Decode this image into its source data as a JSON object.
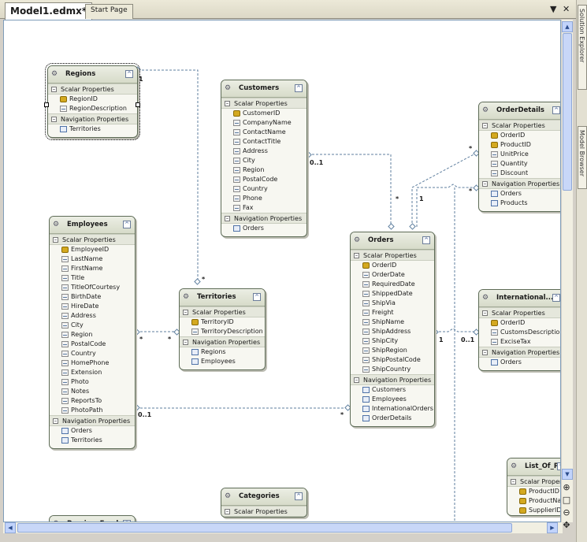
{
  "tabs": [
    {
      "label": "Model1.edmx*",
      "active": true
    },
    {
      "label": "Start Page",
      "active": false
    }
  ],
  "tab_controls": {
    "dropdown": "▼",
    "close": "✕"
  },
  "side_panels": [
    "Solution Explorer",
    "Model Browser"
  ],
  "common": {
    "scalar": "Scalar Properties",
    "nav": "Navigation Properties",
    "minus": "–",
    "collapse": "^"
  },
  "entities": [
    {
      "id": "regions",
      "name": "Regions",
      "scalar": [
        "RegionID",
        "RegionDescription"
      ],
      "keys": 1,
      "nav": [
        "Territories"
      ]
    },
    {
      "id": "customers",
      "name": "Customers",
      "scalar": [
        "CustomerID",
        "CompanyName",
        "ContactName",
        "ContactTitle",
        "Address",
        "City",
        "Region",
        "PostalCode",
        "Country",
        "Phone",
        "Fax"
      ],
      "keys": 1,
      "nav": [
        "Orders"
      ]
    },
    {
      "id": "orderdetails",
      "name": "OrderDetails",
      "scalar": [
        "OrderID",
        "ProductID",
        "UnitPrice",
        "Quantity",
        "Discount"
      ],
      "keys": 2,
      "nav": [
        "Orders",
        "Products"
      ]
    },
    {
      "id": "employees",
      "name": "Employees",
      "scalar": [
        "EmployeeID",
        "LastName",
        "FirstName",
        "Title",
        "TitleOfCourtesy",
        "BirthDate",
        "HireDate",
        "Address",
        "City",
        "Region",
        "PostalCode",
        "Country",
        "HomePhone",
        "Extension",
        "Photo",
        "Notes",
        "ReportsTo",
        "PhotoPath"
      ],
      "keys": 1,
      "nav": [
        "Orders",
        "Territories"
      ]
    },
    {
      "id": "territories",
      "name": "Territories",
      "scalar": [
        "TerritoryID",
        "TerritoryDescription"
      ],
      "keys": 1,
      "nav": [
        "Regions",
        "Employees"
      ]
    },
    {
      "id": "orders",
      "name": "Orders",
      "scalar": [
        "OrderID",
        "OrderDate",
        "RequiredDate",
        "ShippedDate",
        "ShipVia",
        "Freight",
        "ShipName",
        "ShipAddress",
        "ShipCity",
        "ShipRegion",
        "ShipPostalCode",
        "ShipCountry"
      ],
      "keys": 1,
      "nav": [
        "Customers",
        "Employees",
        "InternationalOrders",
        "OrderDetails"
      ]
    },
    {
      "id": "intl",
      "name": "International...",
      "scalar": [
        "OrderID",
        "CustomsDescription",
        "ExciseTax"
      ],
      "keys": 1,
      "nav": [
        "Orders"
      ]
    },
    {
      "id": "categories",
      "name": "Categories",
      "scalar": [],
      "keys": 0,
      "nav": []
    },
    {
      "id": "listprod",
      "name": "List_Of_Pro",
      "scalar": [
        "ProductID",
        "ProductNar",
        "SupplierID"
      ],
      "keys": 3,
      "nav": [],
      "scalar_label": "Scalar Propert"
    },
    {
      "id": "prevemp",
      "name": "PreviousEmpl",
      "scalar": [],
      "keys": 0,
      "nav": []
    }
  ],
  "multiplicities": {
    "regions_one": "1",
    "territories_many_from_regions": "*",
    "customers_zero_one": "0..1",
    "orders_many_customers": "*",
    "orders_one_details": "1",
    "details_many_top": "*",
    "details_many_bottom": "*",
    "employees_many": "*",
    "territories_many": "*",
    "employees_zero_one": "0..1",
    "orders_many_employees": "*",
    "orders_one_intl": "1",
    "intl_zero_one": "0..1"
  },
  "zoom_tools": [
    "zoom-in",
    "zoom-100",
    "zoom-out",
    "pan"
  ]
}
